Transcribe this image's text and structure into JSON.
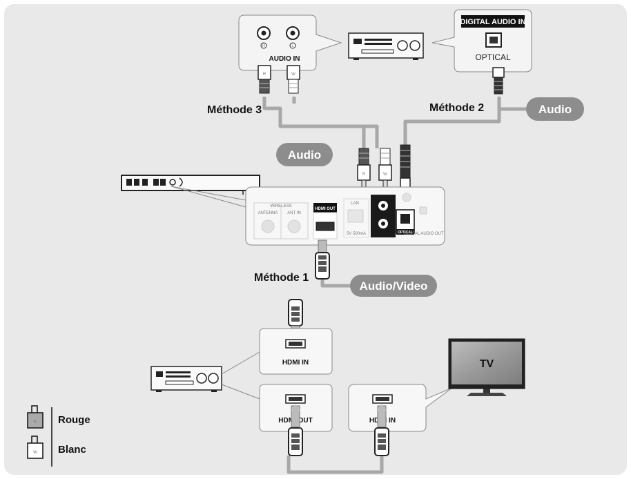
{
  "methods": {
    "method1": "Méthode 1",
    "method2": "Méthode 2",
    "method3": "Méthode 3"
  },
  "signals": {
    "audio_left": "Audio",
    "audio_right": "Audio",
    "audio_video": "Audio/Video"
  },
  "callouts": {
    "digital_audio_in": "DIGITAL AUDIO IN",
    "optical": "OPTICAL",
    "audio_in": "AUDIO IN",
    "audio_in_r": "R",
    "audio_in_l": "L",
    "receiver_hdmi_in": "HDMI IN",
    "receiver_hdmi_out": "HDMI OUT",
    "tv_hdmi_in": "HDMI IN",
    "tv": "TV"
  },
  "player_panel": {
    "hdmi_out": "HDMI OUT",
    "optical": "OPTICAL",
    "lan": "LAN",
    "digital_audio_out": "DIGITAL AUDIO OUT",
    "wireless": "WIRELESS",
    "antenna_tv": "ANTENNA",
    "antenna_in": "ANT IN",
    "dc_in": "5V 500mA"
  },
  "plugs": {
    "red_mark": "R",
    "white_mark": "W"
  },
  "legend": {
    "red_label": "Rouge",
    "white_label": "Blanc",
    "red_mark": "R",
    "white_mark": "W"
  },
  "colors": {
    "background": "#e9e9e9",
    "cable": "#a8a8a8",
    "pill": "#8d8d8d",
    "callout_fill": "#f4f4f4",
    "panel_dark": "#1a1a1a"
  }
}
